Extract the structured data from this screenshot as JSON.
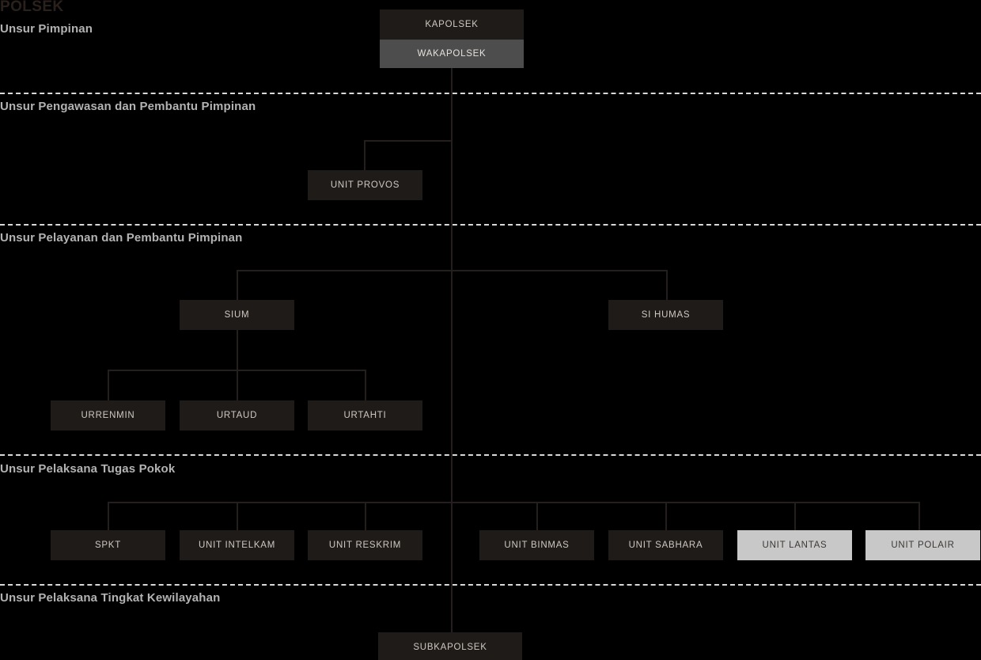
{
  "chart_title": "POLSEK",
  "sections": [
    {
      "id": "pimpinan",
      "label": "Unsur Pimpinan"
    },
    {
      "id": "pengawasan",
      "label": "Unsur Pengawasan dan Pembantu Pimpinan"
    },
    {
      "id": "pelayanan",
      "label": "Unsur Pelayanan dan Pembantu Pimpinan"
    },
    {
      "id": "tugas-pokok",
      "label": "Unsur Pelaksana Tugas Pokok"
    },
    {
      "id": "kewilayahan",
      "label": "Unsur Pelaksana Tingkat Kewilayahan"
    }
  ],
  "nodes": {
    "kapolsek": {
      "label": "KAPOLSEK",
      "style": "dark"
    },
    "wakapolsek": {
      "label": "WAKAPOLSEK",
      "style": "mid"
    },
    "unit_provos": {
      "label": "UNIT PROVOS",
      "style": "dark"
    },
    "sium": {
      "label": "SIUM",
      "style": "dark"
    },
    "si_humas": {
      "label": "SI HUMAS",
      "style": "dark"
    },
    "urrenmin": {
      "label": "URRENMIN",
      "style": "dark"
    },
    "urtaud": {
      "label": "URTAUD",
      "style": "dark"
    },
    "urtahti": {
      "label": "URTAHTI",
      "style": "dark"
    },
    "spkt": {
      "label": "SPKT",
      "style": "dark"
    },
    "unit_intelkam": {
      "label": "UNIT INTELKAM",
      "style": "dark"
    },
    "unit_reskrim": {
      "label": "UNIT RESKRIM",
      "style": "dark"
    },
    "unit_binmas": {
      "label": "UNIT BINMAS",
      "style": "dark"
    },
    "unit_sabhara": {
      "label": "UNIT SABHARA",
      "style": "dark"
    },
    "unit_lantas": {
      "label": "UNIT LANTAS",
      "style": "light"
    },
    "unit_polair": {
      "label": "UNIT POLAIR",
      "style": "light"
    },
    "subkapolsek": {
      "label": "SUBKAPOLSEK",
      "style": "dark"
    }
  },
  "colors": {
    "background": "#000000",
    "node_dark": "#1f1b18",
    "node_mid": "#4d4d4d",
    "node_light": "#c8c8c8",
    "connector": "#241f1c",
    "section_label": "#b3b3b3",
    "divider": "#d9d9d9",
    "title": "#2a211c"
  }
}
